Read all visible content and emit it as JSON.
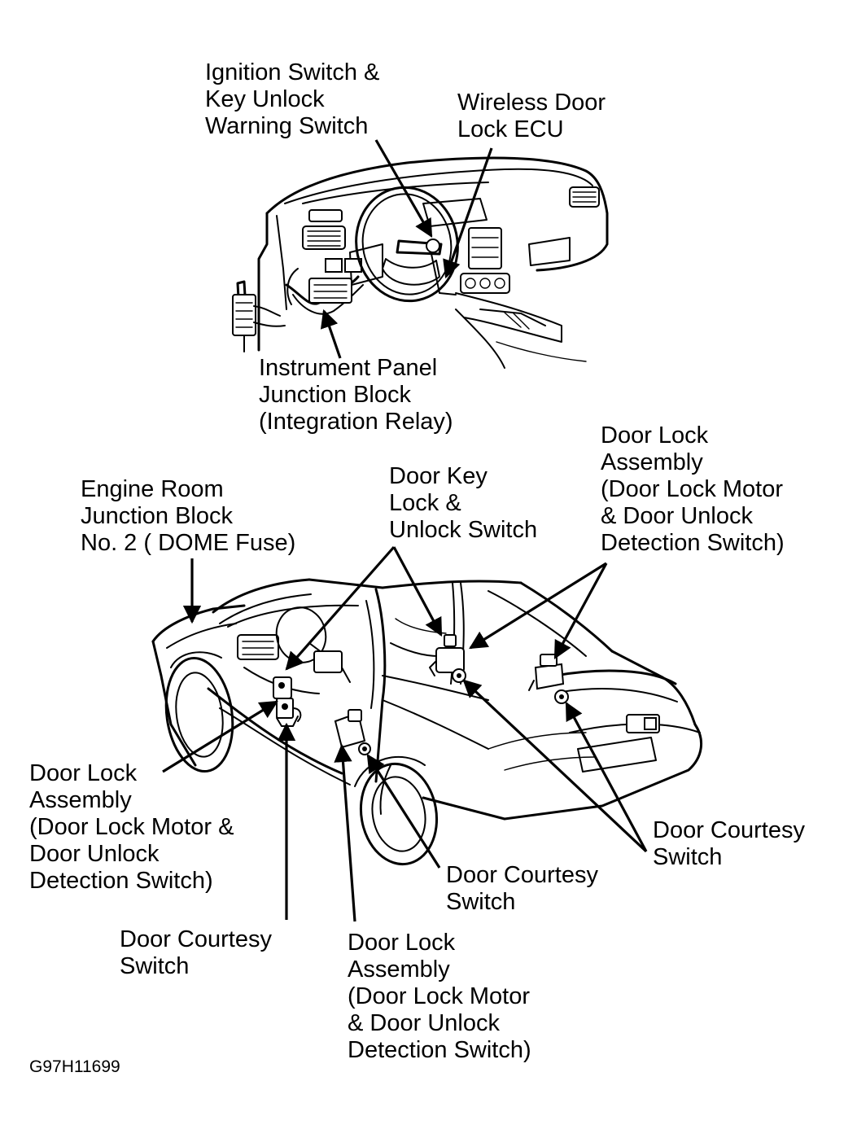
{
  "labels": {
    "ignition_switch": [
      "Ignition Switch &",
      "Key Unlock",
      "Warning Switch"
    ],
    "wireless_door_lock_ecu": [
      "Wireless Door",
      "Lock  ECU"
    ],
    "instrument_panel_jb": [
      "Instrument Panel",
      "Junction Block",
      "(Integration Relay)"
    ],
    "engine_room_jb": [
      "Engine Room",
      "Junction Block",
      "No. 2 ( DOME Fuse)"
    ],
    "door_key_lock_switch": [
      "Door Key",
      "Lock &",
      "Unlock Switch"
    ],
    "door_lock_assembly_top_right": [
      "Door Lock",
      "Assembly",
      "(Door Lock Motor",
      "& Door Unlock",
      "Detection Switch)"
    ],
    "door_lock_assembly_left": [
      "Door Lock",
      "Assembly",
      "(Door Lock Motor &",
      "Door Unlock",
      "Detection Switch)"
    ],
    "door_courtesy_switch_right": [
      "Door Courtesy",
      "Switch"
    ],
    "door_courtesy_switch_middle": [
      "Door Courtesy",
      "Switch"
    ],
    "door_courtesy_switch_left": [
      "Door Courtesy",
      "Switch"
    ],
    "door_lock_assembly_bottom": [
      "Door Lock",
      "Assembly",
      "(Door Lock Motor",
      "& Door Unlock",
      "Detection Switch)"
    ]
  },
  "figure_code": "G97H11699"
}
